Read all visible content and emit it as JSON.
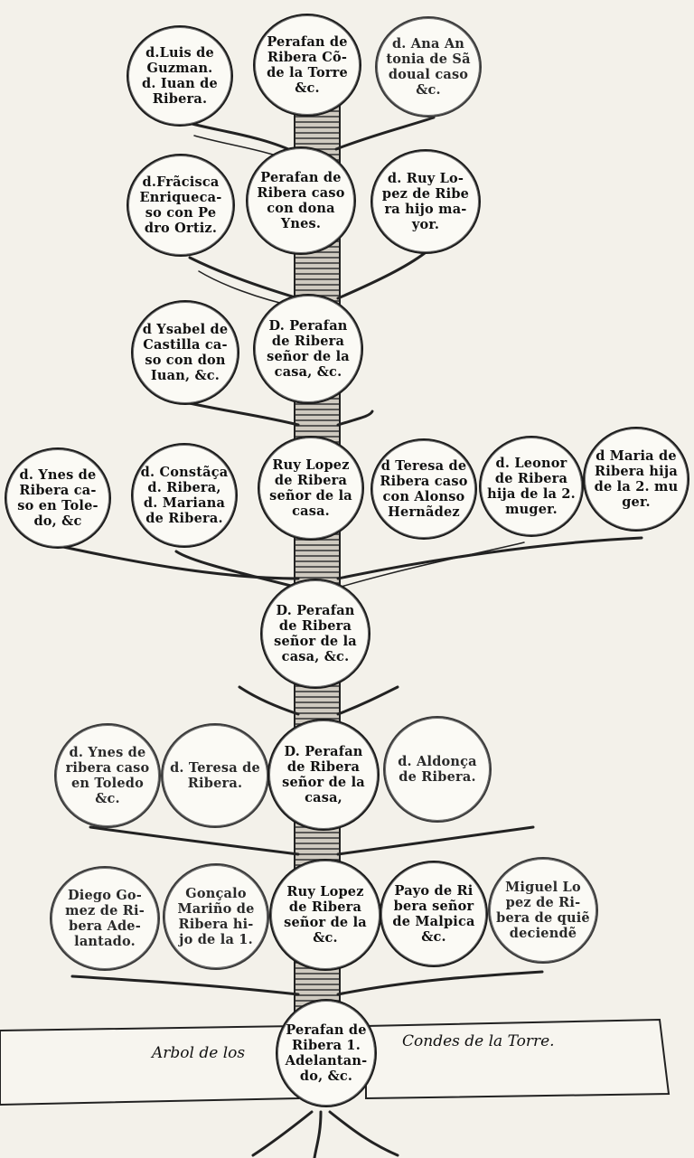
{
  "tree": {
    "nodes": [
      {
        "id": "r1c1",
        "text": "d.Luis de\nGuzman.\nd. Iuan de\nRibera."
      },
      {
        "id": "r1c2",
        "text": "Perafan de\nRibera Cõ-\nde la Torre\n&c."
      },
      {
        "id": "r1c3",
        "text": "d. Ana An\ntonia de Sã\ndoual caso\n&c."
      },
      {
        "id": "r2c1",
        "text": "d.Frãcisca\nEnriqueca-\nso con Pe\ndro Ortiz."
      },
      {
        "id": "r2c2",
        "text": "Perafan de\nRibera caso\ncon dona\nYnes."
      },
      {
        "id": "r2c3",
        "text": "d. Ruy Lo-\npez de Ribe\nra hijo ma-\nyor."
      },
      {
        "id": "r3c1",
        "text": "d Ysabel de\nCastilla ca-\nso con don\nIuan, &c."
      },
      {
        "id": "r3c2",
        "text": "D. Perafan\nde Ribera\nseñor de la\ncasa, &c."
      },
      {
        "id": "r4c1",
        "text": "d. Ynes de\nRibera ca-\nso en Tole-\ndo, &c"
      },
      {
        "id": "r4c2",
        "text": "d. Constãça\nd. Ribera,\nd. Mariana\nde Ribera."
      },
      {
        "id": "r4c3",
        "text": "Ruy Lopez\nde Ribera\nseñor de la\ncasa."
      },
      {
        "id": "r4c4",
        "text": "d Teresa de\nRibera caso\ncon Alonso\nHernãdez"
      },
      {
        "id": "r4c5",
        "text": "d. Leonor\nde Ribera\nhija de la 2.\nmuger."
      },
      {
        "id": "r4c6",
        "text": "d Maria de\nRibera hija\nde la 2. mu\nger."
      },
      {
        "id": "r5c1",
        "text": "D. Perafan\nde Ribera\nseñor de la\ncasa, &c."
      },
      {
        "id": "r6c1",
        "text": "d. Ynes de\nribera caso\nen Toledo\n&c."
      },
      {
        "id": "r6c2",
        "text": "d. Teresa de\nRibera."
      },
      {
        "id": "r6c3",
        "text": "D. Perafan\nde Ribera\nseñor de la\ncasa,"
      },
      {
        "id": "r6c4",
        "text": "d. Aldonça\nde Ribera."
      },
      {
        "id": "r7c1",
        "text": "Diego Go-\nmez de Ri-\nbera Ade-\nlantado."
      },
      {
        "id": "r7c2",
        "text": "Gonçalo\nMariño de\nRibera hi-\njo de la 1."
      },
      {
        "id": "r7c3",
        "text": "Ruy Lopez\nde Ribera\nseñor de la\n&c."
      },
      {
        "id": "r7c4",
        "text": "Payo de Ri\nbera señor\nde Malpica\n&c."
      },
      {
        "id": "r7c5",
        "text": "Miguel Lo\npez de Ri-\nbera de quiẽ\ndeciendẽ"
      },
      {
        "id": "r8c1",
        "text": "Perafan de\nRibera 1.\nAdelantan-\ndo, &c."
      }
    ]
  },
  "banner": {
    "left": "Arbol de los",
    "right": "Condes de la Torre."
  }
}
